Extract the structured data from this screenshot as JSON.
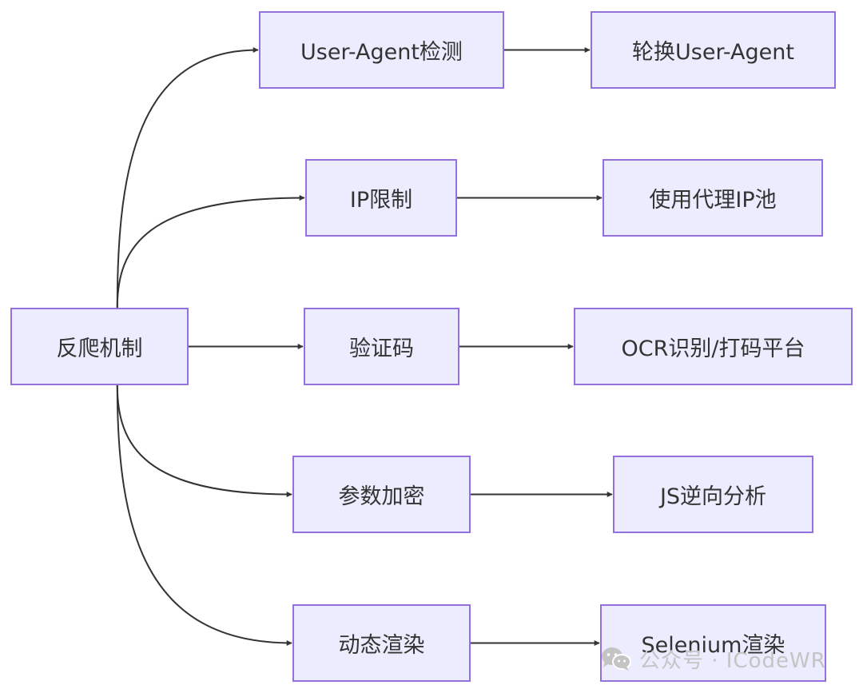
{
  "colors": {
    "node_fill": "#ececff",
    "node_border": "#9370db",
    "edge": "#333333",
    "text": "#333333",
    "watermark": "#c4c4c4"
  },
  "nodes": {
    "root": "反爬机制",
    "ua_detect": "User-Agent检测",
    "ua_rotate": "轮换User-Agent",
    "ip_limit": "IP限制",
    "proxy_pool": "使用代理IP池",
    "captcha": "验证码",
    "ocr": "OCR识别/打码平台",
    "param_encrypt": "参数加密",
    "js_reverse": "JS逆向分析",
    "dynamic_render": "动态渲染",
    "selenium": "Selenium渲染"
  },
  "edges": [
    {
      "from": "root",
      "to": "ua_detect"
    },
    {
      "from": "root",
      "to": "ip_limit"
    },
    {
      "from": "root",
      "to": "captcha"
    },
    {
      "from": "root",
      "to": "param_encrypt"
    },
    {
      "from": "root",
      "to": "dynamic_render"
    },
    {
      "from": "ua_detect",
      "to": "ua_rotate"
    },
    {
      "from": "ip_limit",
      "to": "proxy_pool"
    },
    {
      "from": "captcha",
      "to": "ocr"
    },
    {
      "from": "param_encrypt",
      "to": "js_reverse"
    },
    {
      "from": "dynamic_render",
      "to": "selenium"
    }
  ],
  "watermark": {
    "text": "公众号 · ICodeWR",
    "icon": "wechat-icon"
  }
}
